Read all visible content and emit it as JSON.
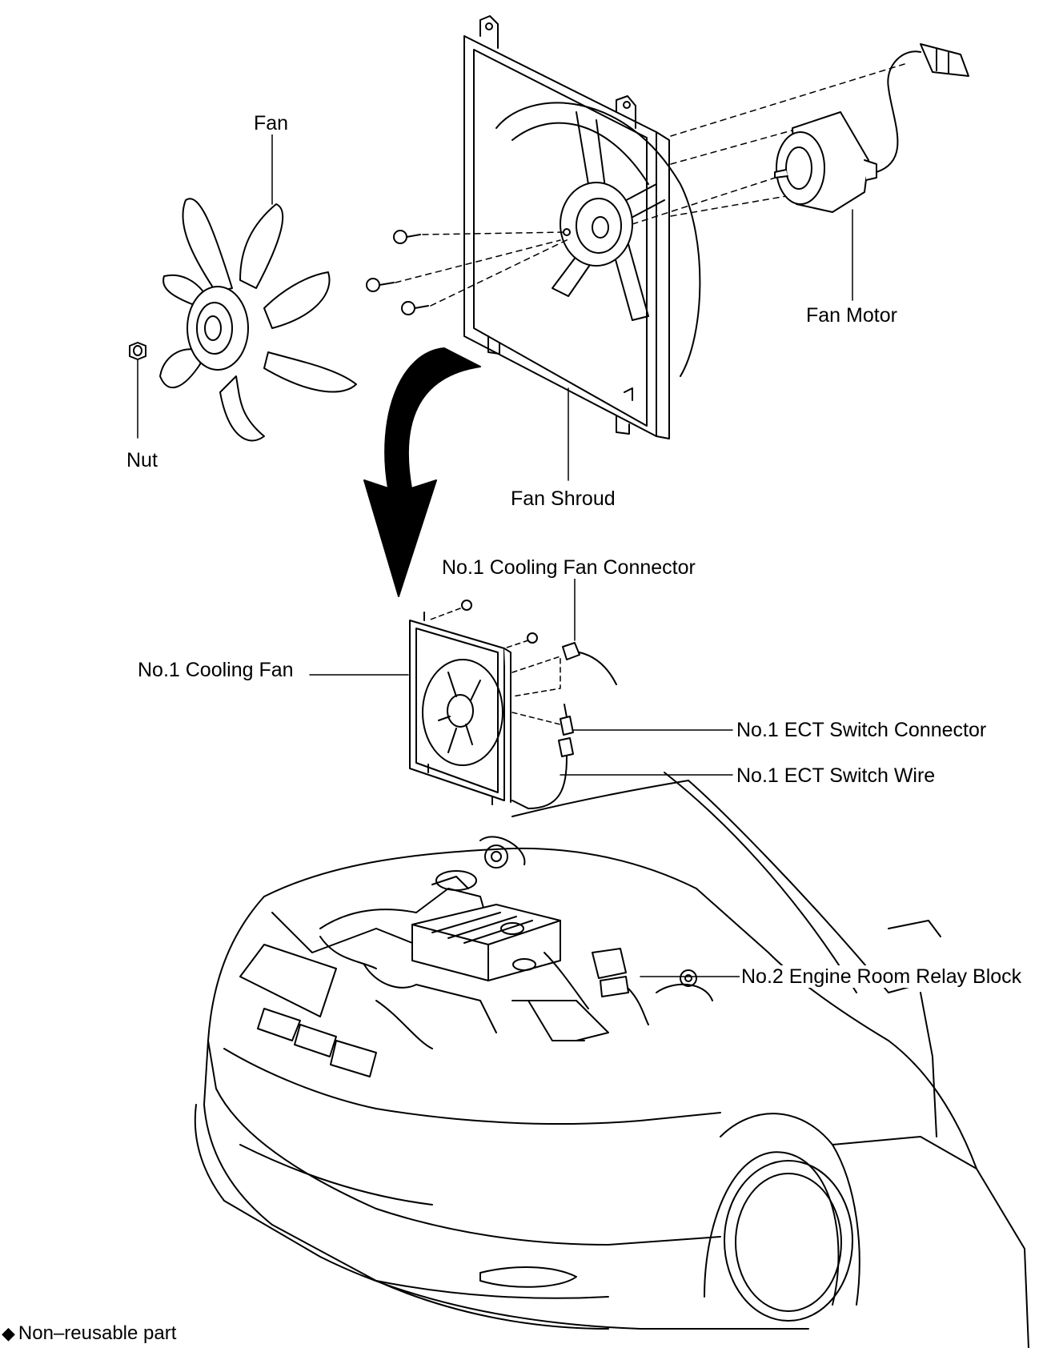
{
  "labels": {
    "fan": "Fan",
    "nut": "Nut",
    "fan_shroud": "Fan Shroud",
    "fan_motor": "Fan Motor",
    "cooling_fan_connector": "No.1 Cooling Fan Connector",
    "cooling_fan": "No.1 Cooling Fan",
    "ect_switch_connector": "No.1 ECT Switch Connector",
    "ect_switch_wire": "No.1 ECT Switch Wire",
    "relay_block": "No.2 Engine Room Relay Block"
  },
  "legend": {
    "symbol": "◆",
    "text": "Non–reusable part"
  }
}
